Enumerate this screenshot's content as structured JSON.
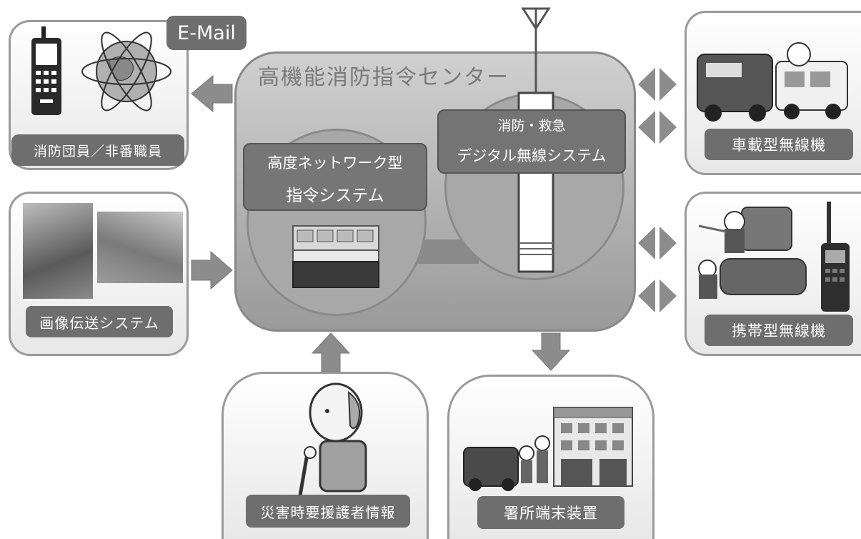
{
  "center": {
    "title": "高機能消防指令センター"
  },
  "command_system": {
    "line1": "高度ネットワーク型",
    "line2": "指令システム"
  },
  "radio_system": {
    "line1": "消防・救急",
    "line2": "デジタル無線システム"
  },
  "email": {
    "label": "E-Mail"
  },
  "panels": {
    "firefighters": "消防団員／非番職員",
    "image_transfer": "画像伝送システム",
    "vehicle_radio": "車載型無線機",
    "portable_radio": "携帯型無線機",
    "vulnerable_info": "災害時要援護者情報",
    "station_terminal": "署所端末装置"
  },
  "icons": [
    "mobile-phone-icon",
    "globe-icon",
    "antenna-icon",
    "fire-truck-icon",
    "walkie-talkie-icon",
    "elderly-person-icon",
    "fire-station-icon"
  ],
  "colors": {
    "panel_border": "#9a9a9a",
    "label_bg": "#6e6e6e",
    "arrow": "#8c8c8c",
    "center_bg": "#b4b4b4"
  }
}
